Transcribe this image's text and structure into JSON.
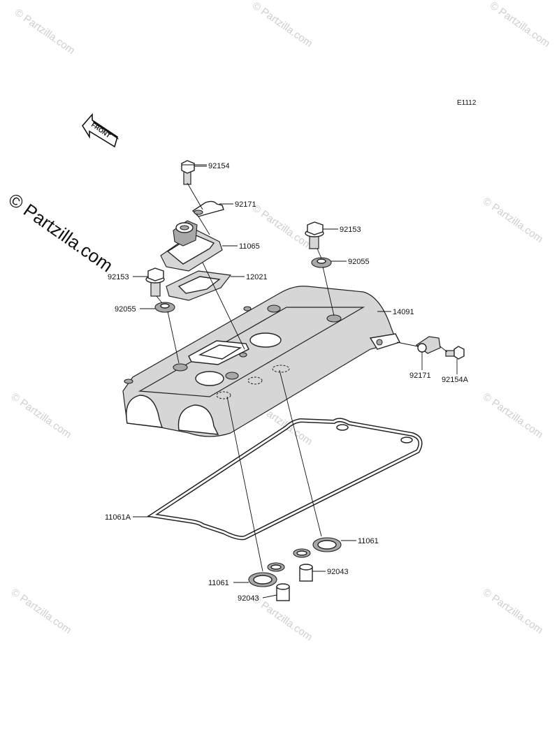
{
  "diagram": {
    "code": "E1112",
    "front_label": "FRONT",
    "watermark": "© Partzilla.com",
    "watermark_main": "© Partzilla.com",
    "callouts": [
      {
        "id": "bolt-top",
        "label": "92154"
      },
      {
        "id": "clamp-top",
        "label": "92171"
      },
      {
        "id": "breather-cover",
        "label": "11065"
      },
      {
        "id": "breather-plate",
        "label": "12021"
      },
      {
        "id": "bolt-right",
        "label": "92153"
      },
      {
        "id": "washer-right",
        "label": "92055"
      },
      {
        "id": "bolt-left",
        "label": "92153"
      },
      {
        "id": "washer-left",
        "label": "92055"
      },
      {
        "id": "head-cover",
        "label": "14091"
      },
      {
        "id": "clamp-side",
        "label": "92171"
      },
      {
        "id": "bolt-side",
        "label": "92154A"
      },
      {
        "id": "gasket-main",
        "label": "11061A"
      },
      {
        "id": "gasket-ring-right",
        "label": "11061"
      },
      {
        "id": "gasket-ring-left",
        "label": "11061"
      },
      {
        "id": "dowel-right",
        "label": "92043"
      },
      {
        "id": "dowel-left",
        "label": "92043"
      }
    ]
  }
}
